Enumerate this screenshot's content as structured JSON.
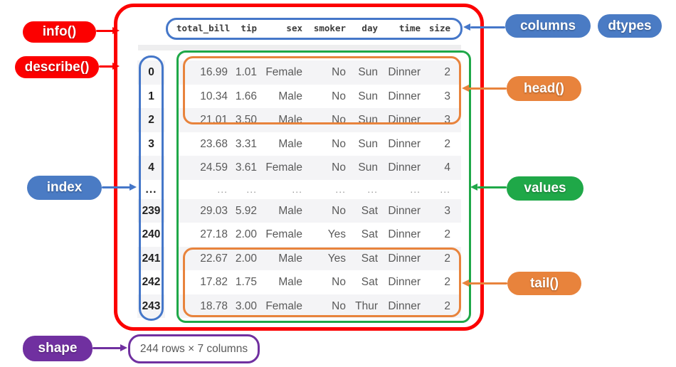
{
  "labels": {
    "info": "info()",
    "describe": "describe()",
    "index": "index",
    "shape": "shape",
    "columns": "columns",
    "dtypes": "dtypes",
    "head": "head()",
    "values": "values",
    "tail": "tail()"
  },
  "shape_box": {
    "text": "244 rows × 7 columns"
  },
  "table": {
    "columns": [
      "total_bill",
      "tip",
      "sex",
      "smoker",
      "day",
      "time",
      "size"
    ],
    "rows": [
      {
        "index": "0",
        "cells": [
          "16.99",
          "1.01",
          "Female",
          "No",
          "Sun",
          "Dinner",
          "2"
        ]
      },
      {
        "index": "1",
        "cells": [
          "10.34",
          "1.66",
          "Male",
          "No",
          "Sun",
          "Dinner",
          "3"
        ]
      },
      {
        "index": "2",
        "cells": [
          "21.01",
          "3.50",
          "Male",
          "No",
          "Sun",
          "Dinner",
          "3"
        ]
      },
      {
        "index": "3",
        "cells": [
          "23.68",
          "3.31",
          "Male",
          "No",
          "Sun",
          "Dinner",
          "2"
        ]
      },
      {
        "index": "4",
        "cells": [
          "24.59",
          "3.61",
          "Female",
          "No",
          "Sun",
          "Dinner",
          "4"
        ]
      },
      {
        "index": "...",
        "cells": [
          "...",
          "...",
          "...",
          "...",
          "...",
          "...",
          "..."
        ]
      },
      {
        "index": "239",
        "cells": [
          "29.03",
          "5.92",
          "Male",
          "No",
          "Sat",
          "Dinner",
          "3"
        ]
      },
      {
        "index": "240",
        "cells": [
          "27.18",
          "2.00",
          "Female",
          "Yes",
          "Sat",
          "Dinner",
          "2"
        ]
      },
      {
        "index": "241",
        "cells": [
          "22.67",
          "2.00",
          "Male",
          "Yes",
          "Sat",
          "Dinner",
          "2"
        ]
      },
      {
        "index": "242",
        "cells": [
          "17.82",
          "1.75",
          "Male",
          "No",
          "Sat",
          "Dinner",
          "2"
        ]
      },
      {
        "index": "243",
        "cells": [
          "18.78",
          "3.00",
          "Female",
          "No",
          "Thur",
          "Dinner",
          "2"
        ]
      }
    ]
  },
  "colors": {
    "red": "#fc0000",
    "blue": "#4a7bc4",
    "orange": "#e8833c",
    "green": "#1fa848",
    "purple": "#7030a0",
    "stripe": "#f4f4f6"
  }
}
